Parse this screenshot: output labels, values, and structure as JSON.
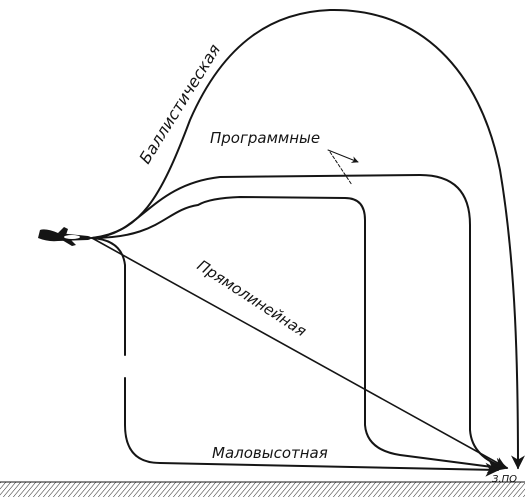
{
  "labels": {
    "ballistic": "Баллистическая",
    "programmed": "Программные",
    "straight": "Прямолинейная",
    "low_altitude": "Маловысотная",
    "target": "З.ПО"
  },
  "colors": {
    "ink": "#151515",
    "paper": "#ffffff"
  },
  "icons": {
    "launcher": "aircraft-icon",
    "ground": "hatched-ground-icon"
  }
}
